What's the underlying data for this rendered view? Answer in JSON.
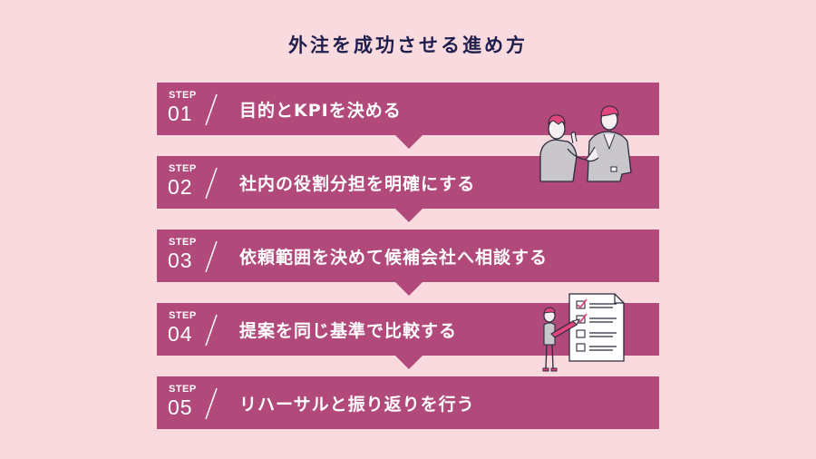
{
  "title": "外注を成功させる進め方",
  "steps": [
    {
      "label": "STEP",
      "num": "01",
      "text": "目的とKPIを決める"
    },
    {
      "label": "STEP",
      "num": "02",
      "text": "社内の役割分担を明確にする"
    },
    {
      "label": "STEP",
      "num": "03",
      "text": "依頼範囲を決めて候補会社へ相談する"
    },
    {
      "label": "STEP",
      "num": "04",
      "text": "提案を同じ基準で比較する"
    },
    {
      "label": "STEP",
      "num": "05",
      "text": "リハーサルと振り返りを行う"
    }
  ],
  "colors": {
    "background": "#f9dade",
    "step_band": "#b1497a",
    "title": "#1f1f4e",
    "accent": "#e0457e"
  },
  "icons": [
    "handshake-illustration",
    "checklist-illustration"
  ]
}
